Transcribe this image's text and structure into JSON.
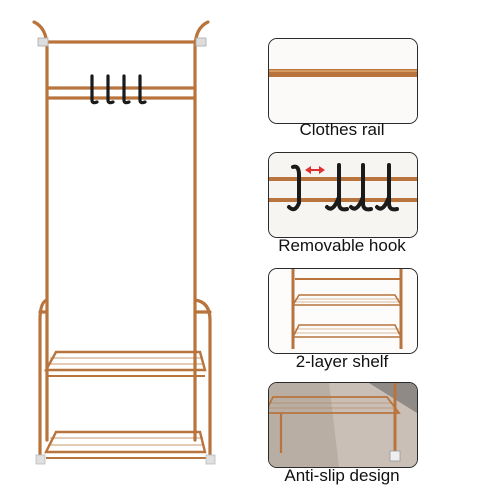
{
  "product": {
    "frame_color": "#b8743c",
    "hook_color": "#1a1a1a"
  },
  "features": [
    {
      "label": "Clothes rail",
      "icon": "clothes-rail-detail"
    },
    {
      "label": "Removable hook",
      "icon": "hook-detail"
    },
    {
      "label": "2-layer shelf",
      "icon": "shelf-detail"
    },
    {
      "label": "Anti-slip design",
      "icon": "foot-detail"
    }
  ]
}
